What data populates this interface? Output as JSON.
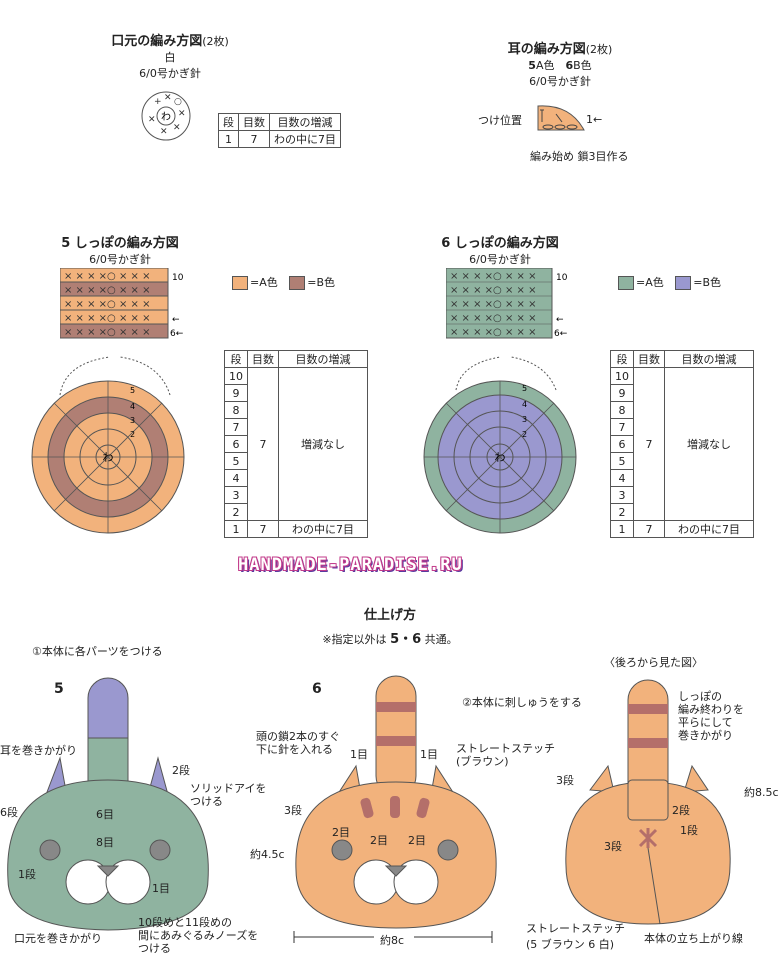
{
  "mouth": {
    "title": "口元の編み方図",
    "count": "(2枚)",
    "color": "白",
    "hook": "6/0号かぎ針",
    "symbol_ring": "わ",
    "table": {
      "headers": [
        "段",
        "目数",
        "目数の増減"
      ],
      "rows": [
        [
          "1",
          "7",
          "わの中に7目"
        ]
      ]
    }
  },
  "ear": {
    "title": "耳の編み方図",
    "count": "(2枚)",
    "variant5": "5",
    "variant5_color": "A色",
    "variant6": "6",
    "variant6_color": "B色",
    "hook": "6/0号かぎ針",
    "attach_label": "つけ位置",
    "start_label": "編み始め 鎖3目作る",
    "row_marker": "1←"
  },
  "tail5": {
    "num": "5",
    "title": "しっぽの編み方図",
    "hook": "6/0号かぎ針",
    "row10": "10",
    "row6": "6←",
    "arrow": "←",
    "legend": [
      {
        "label": "=A色",
        "color": "#f2b27c"
      },
      {
        "label": "=B色",
        "color": "#b07f74"
      }
    ],
    "circle_rows": [
      "5",
      "4",
      "3",
      "2"
    ],
    "ring": "わ",
    "table": {
      "headers": [
        "段",
        "目数",
        "目数の増減"
      ],
      "rows": [
        "10",
        "9",
        "8",
        "7",
        "6",
        "5",
        "4",
        "3",
        "2"
      ],
      "count": "7",
      "change": "増減なし",
      "last": [
        "1",
        "7",
        "わの中に7目"
      ]
    }
  },
  "tail6": {
    "num": "6",
    "title": "しっぽの編み方図",
    "hook": "6/0号かぎ針",
    "row10": "10",
    "row6": "6←",
    "arrow": "←",
    "legend": [
      {
        "label": "=A色",
        "color": "#8fb3a0"
      },
      {
        "label": "=B色",
        "color": "#9a98cf"
      }
    ],
    "circle_rows": [
      "5",
      "4",
      "3",
      "2"
    ],
    "ring": "わ",
    "table": {
      "headers": [
        "段",
        "目数",
        "目数の増減"
      ],
      "rows": [
        "10",
        "9",
        "8",
        "7",
        "6",
        "5",
        "4",
        "3",
        "2"
      ],
      "count": "7",
      "change": "増減なし",
      "last": [
        "1",
        "7",
        "わの中に7目"
      ]
    }
  },
  "watermark": "HANDMADE-PARADISE.RU",
  "finish": {
    "title": "仕上げ方",
    "note_prefix": "※指定以外は",
    "note_nums": "5・6",
    "note_suffix": "共通。",
    "step1": "①本体に各パーツをつける",
    "step2": "②本体に刺しゅうをする",
    "back_view": "〈後ろから見た図〉"
  },
  "cat5": {
    "num": "5",
    "ear_label": "耳を巻きかがり",
    "row2": "2段",
    "eye_label": "ソリッドアイを\nつける",
    "row6": "6段",
    "st6": "6目",
    "st8": "8目",
    "row1": "1段",
    "st1": "1目",
    "mouth_label": "口元を巻きかがり",
    "nose_label": "10段めと11段めの\n間にあみぐるみノーズを\nつける"
  },
  "cat6": {
    "num": "6",
    "needle_label": "頭の鎖2本のすぐ\n下に針を入れる",
    "st1a": "1目",
    "st1b": "1目",
    "stitch_label": "ストレートステッチ\n(ブラウン)",
    "row3": "3段",
    "st2a": "2目",
    "st2b": "2目",
    "st2c": "2目",
    "height": "約4.5c",
    "width": "約8c"
  },
  "catBack": {
    "tail_label": "しっぽの\n編み終わりを\n平らにして\n巻きかがり",
    "row3": "3段",
    "row2": "2段",
    "row1": "1段",
    "row3b": "3段",
    "height": "約8.5c",
    "stitch_label": "ストレートステッチ",
    "stitch_colors": "(5 ブラウン 6 白)",
    "base_label": "本体の立ち上がり線"
  },
  "colors": {
    "orange": "#f2b27c",
    "brown": "#b07f74",
    "green": "#8fb3a0",
    "purple": "#9a98cf",
    "stripe": "#b46f6a"
  }
}
